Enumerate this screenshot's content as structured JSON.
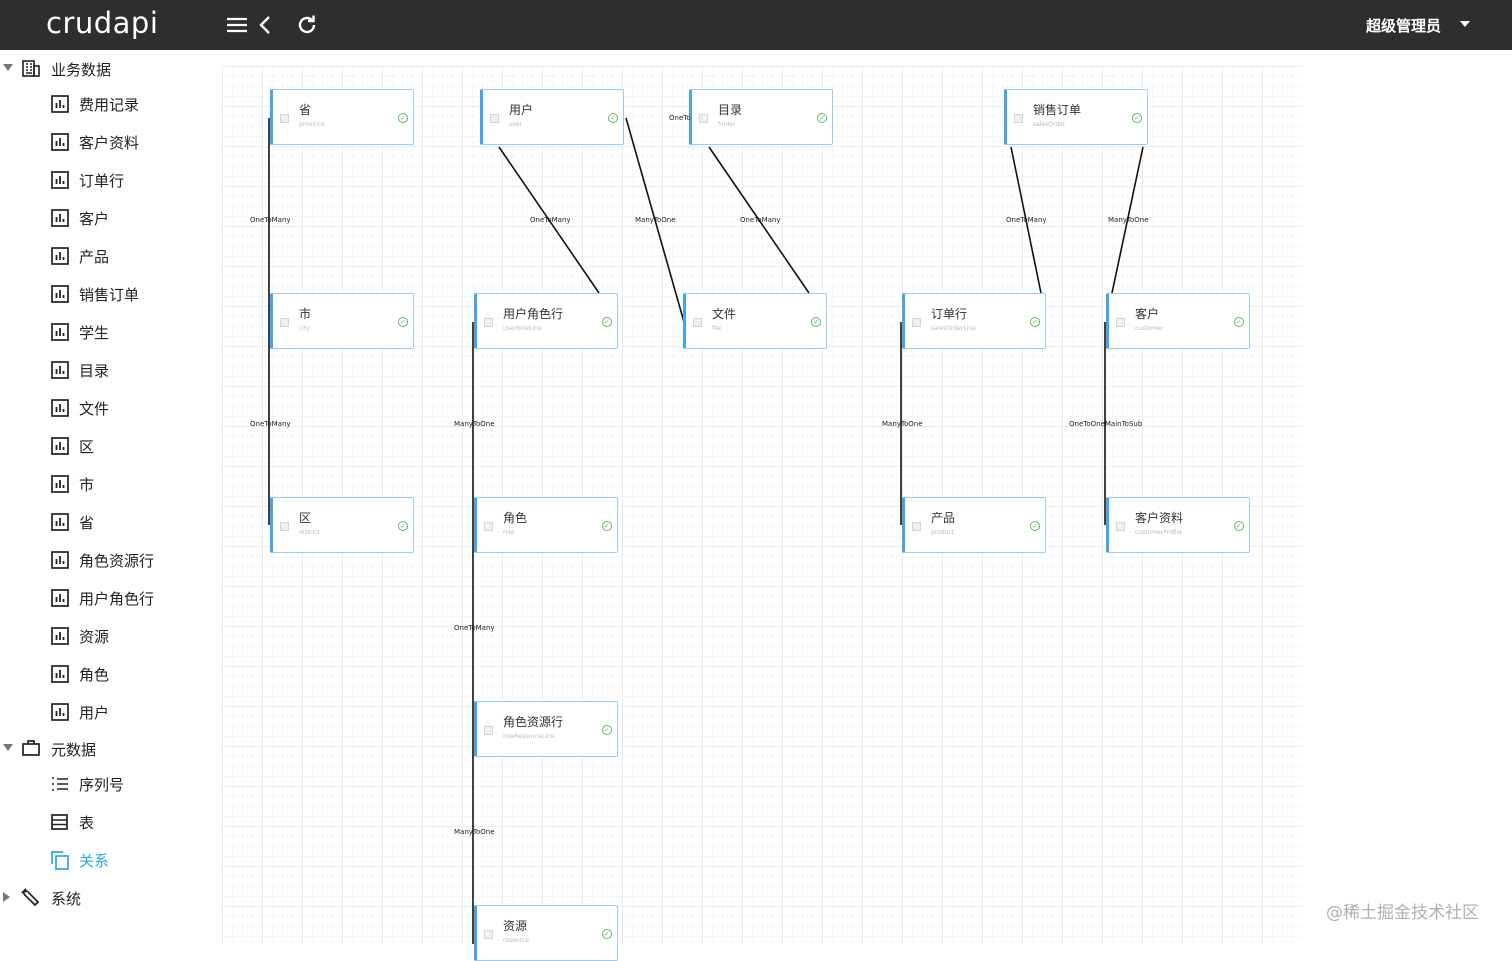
{
  "app": {
    "logo": "crudapi",
    "user": "超级管理员"
  },
  "sidebar": {
    "business": {
      "label": "业务数据",
      "items": [
        "费用记录",
        "客户资料",
        "订单行",
        "客户",
        "产品",
        "销售订单",
        "学生",
        "目录",
        "文件",
        "区",
        "市",
        "省",
        "角色资源行",
        "用户角色行",
        "资源",
        "角色",
        "用户"
      ]
    },
    "meta": {
      "label": "元数据",
      "items": [
        {
          "label": "序列号",
          "icon": "list-icon"
        },
        {
          "label": "表",
          "icon": "table-icon"
        },
        {
          "label": "关系",
          "icon": "copy-icon"
        }
      ]
    },
    "system": {
      "label": "系统"
    }
  },
  "diagram": {
    "nodes": [
      {
        "id": "province",
        "title": "省",
        "sub": "province"
      },
      {
        "id": "user",
        "title": "用户",
        "sub": "user"
      },
      {
        "id": "folder",
        "title": "目录",
        "sub": "folder"
      },
      {
        "id": "salesOrder",
        "title": "销售订单",
        "sub": "salesOrder"
      },
      {
        "id": "city",
        "title": "市",
        "sub": "city"
      },
      {
        "id": "userRoleLine",
        "title": "用户角色行",
        "sub": "userRoleLine"
      },
      {
        "id": "file",
        "title": "文件",
        "sub": "file"
      },
      {
        "id": "salesOrderLine",
        "title": "订单行",
        "sub": "salesOrderLine"
      },
      {
        "id": "customer",
        "title": "客户",
        "sub": "customer"
      },
      {
        "id": "district",
        "title": "区",
        "sub": "district"
      },
      {
        "id": "role",
        "title": "角色",
        "sub": "role"
      },
      {
        "id": "product",
        "title": "产品",
        "sub": "product"
      },
      {
        "id": "customerProfile",
        "title": "客户资料",
        "sub": "customerProfile"
      },
      {
        "id": "roleResourceLine",
        "title": "角色资源行",
        "sub": "roleResourceLine"
      },
      {
        "id": "resource",
        "title": "资源",
        "sub": "resource"
      }
    ],
    "edge_labels": [
      "OneToMany",
      "OneToMany",
      "OneToMany",
      "ManyToOne",
      "OneToMany",
      "OneToMany",
      "ManyToOne",
      "ManyToOne",
      "ManyToOne",
      "OneToOneMainToSub",
      "OneToMany",
      "ManyToOne",
      "OneTo"
    ]
  },
  "watermark": "@稀土掘金技术社区"
}
